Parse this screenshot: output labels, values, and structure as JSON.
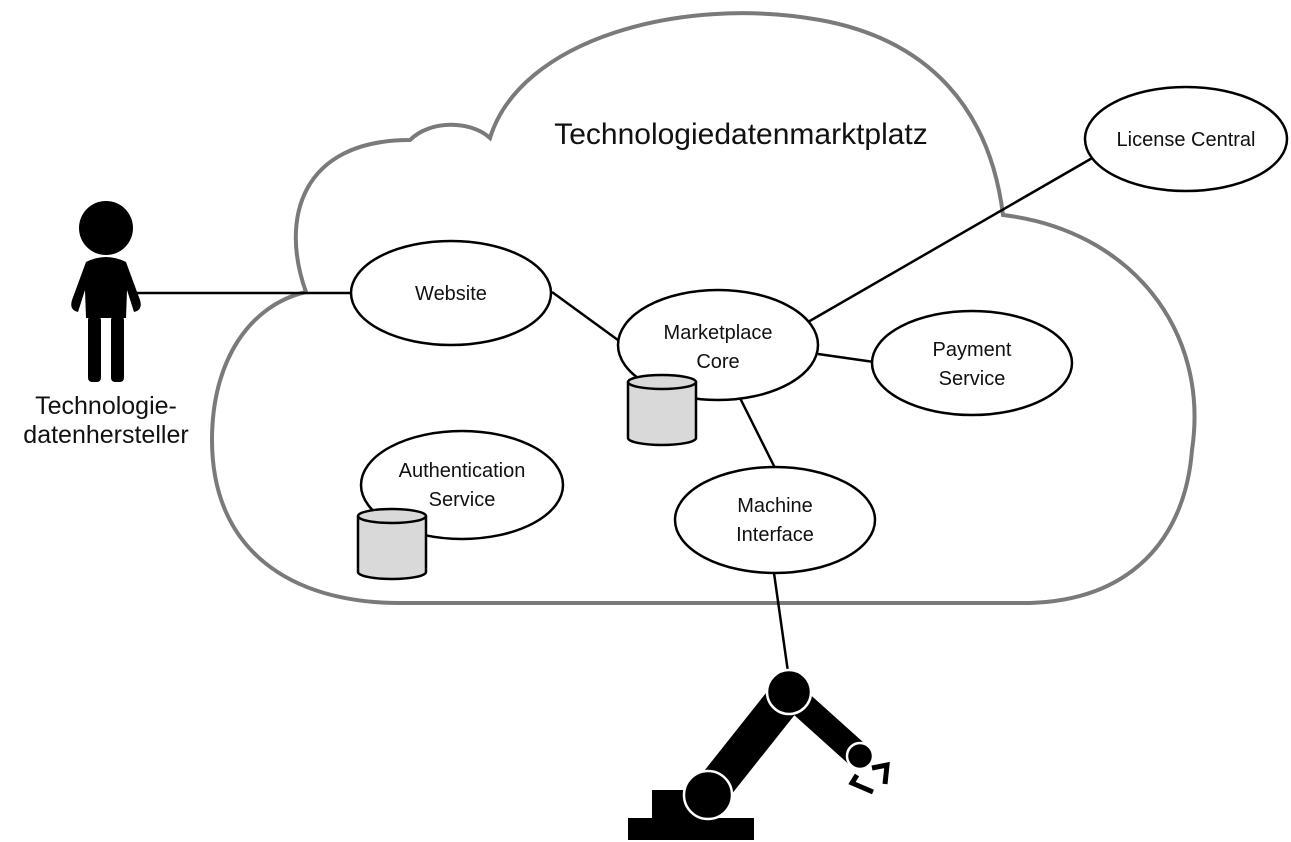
{
  "diagram": {
    "title": "Technologiedatenmarktplatz",
    "actor": {
      "label_line1": "Technologie-",
      "label_line2": "datenhersteller",
      "icon": "person-icon"
    },
    "machine": {
      "icon": "robot-arm-icon"
    },
    "nodes": {
      "website": {
        "line1": "Website"
      },
      "core": {
        "line1": "Marketplace",
        "line2": "Core"
      },
      "payment": {
        "line1": "Payment",
        "line2": "Service"
      },
      "auth": {
        "line1": "Authentication",
        "line2": "Service"
      },
      "machine_interface": {
        "line1": "Machine",
        "line2": "Interface"
      },
      "license": {
        "line1": "License Central"
      }
    },
    "databases": [
      "database-icon",
      "database-icon"
    ],
    "colors": {
      "cloud_stroke": "#7a7a7a",
      "line": "#000000",
      "database_fill": "#d9d9d9",
      "shape_fill": "#ffffff"
    }
  }
}
